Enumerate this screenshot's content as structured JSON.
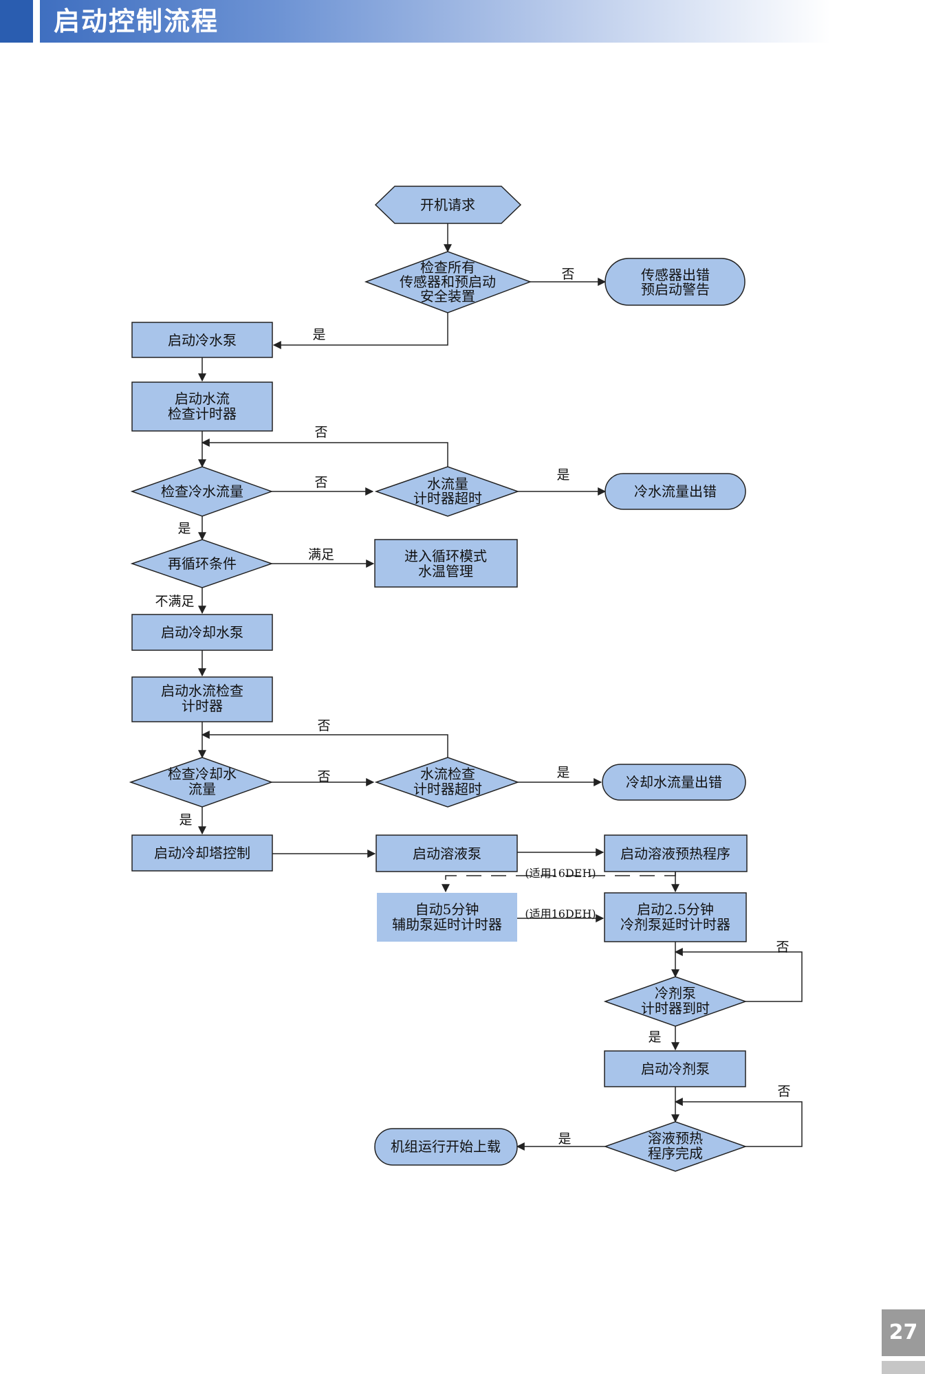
{
  "header": {
    "title": "启动控制流程"
  },
  "page_number": "27",
  "colors": {
    "node_fill": "#a8c4ea",
    "node_stroke": "#222222",
    "header_blue": "#2a5db0"
  },
  "nodes": {
    "start": "开机请求",
    "check_sensors": [
      "检查所有",
      "传感器和预启动",
      "安全装置"
    ],
    "sensor_error": [
      "传感器出错",
      "预启动警告"
    ],
    "start_chilled_pump": "启动冷水泵",
    "start_flow_timer": [
      "启动水流",
      "检查计时器"
    ],
    "check_chilled_flow": "检查冷水流量",
    "flow_timer_timeout": [
      "水流量",
      "计时器超时"
    ],
    "chilled_flow_error": "冷水流量出错",
    "recirc_condition": "再循环条件",
    "recirc_mode": [
      "进入循环模式",
      "水温管理"
    ],
    "start_cooling_pump": "启动冷却水泵",
    "start_flow_timer2": [
      "启动水流检查",
      "计时器"
    ],
    "check_cooling_flow": [
      "检查冷却水",
      "流量"
    ],
    "cooling_timer_timeout": [
      "水流检查",
      "计时器超时"
    ],
    "cooling_flow_error": "冷却水流量出错",
    "tower_control": "启动冷却塔控制",
    "solution_pump": "启动溶液泵",
    "preheat_program": "启动溶液预热程序",
    "aux_pump_timer": [
      "自动5分钟",
      "辅助泵延时计时器"
    ],
    "refrigerant_timer": [
      "启动2.5分钟",
      "冷剂泵延时计时器"
    ],
    "refrigerant_timer_due": [
      "冷剂泵",
      "计时器到时"
    ],
    "start_refrigerant_pump": "启动冷剂泵",
    "preheat_complete": [
      "溶液预热",
      "程序完成"
    ],
    "run_load": "机组运行开始上载"
  },
  "edge_labels": {
    "no": "否",
    "yes": "是",
    "satisfied": "满足",
    "not_satisfied": "不满足",
    "applies_16deh": "(适用16DEH)"
  }
}
